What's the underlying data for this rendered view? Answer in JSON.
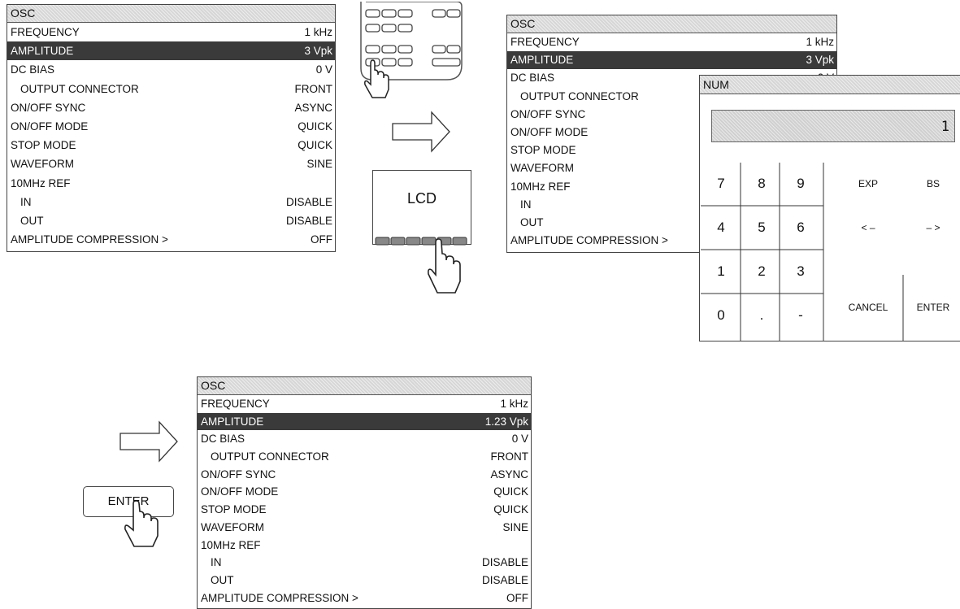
{
  "osc_panel": {
    "title": "OSC",
    "rows_before": [
      {
        "label": "FREQUENCY",
        "value": "1 kHz"
      },
      {
        "label": "AMPLITUDE",
        "value": "3 Vpk"
      },
      {
        "label": "DC BIAS",
        "value": "0 V"
      },
      {
        "label": "OUTPUT CONNECTOR",
        "value": "FRONT"
      },
      {
        "label": "ON/OFF SYNC",
        "value": "ASYNC"
      },
      {
        "label": "ON/OFF MODE",
        "value": "QUICK"
      },
      {
        "label": "STOP MODE",
        "value": "QUICK"
      },
      {
        "label": "WAVEFORM",
        "value": "SINE"
      },
      {
        "label": "10MHz REF",
        "value": ""
      },
      {
        "label": "IN",
        "value": "DISABLE"
      },
      {
        "label": "OUT",
        "value": "DISABLE"
      },
      {
        "label": "AMPLITUDE COMPRESSION >",
        "value": "OFF"
      }
    ],
    "amplitude_after": "1.23 Vpk"
  },
  "lcd_label": "LCD",
  "num_dialog": {
    "title": "NUM",
    "value": "1",
    "digits": [
      "7",
      "8",
      "9",
      "4",
      "5",
      "6",
      "1",
      "2",
      "3",
      "0",
      ".",
      "-"
    ],
    "exp": "EXP",
    "bs": "BS",
    "left": "< –",
    "right": "– >",
    "cancel": "CANCEL",
    "enter": "ENTER"
  },
  "enter_button": "ENTER",
  "icons": [
    "keypad-icon",
    "hand-pointer-icon",
    "arrow-right-icon"
  ]
}
